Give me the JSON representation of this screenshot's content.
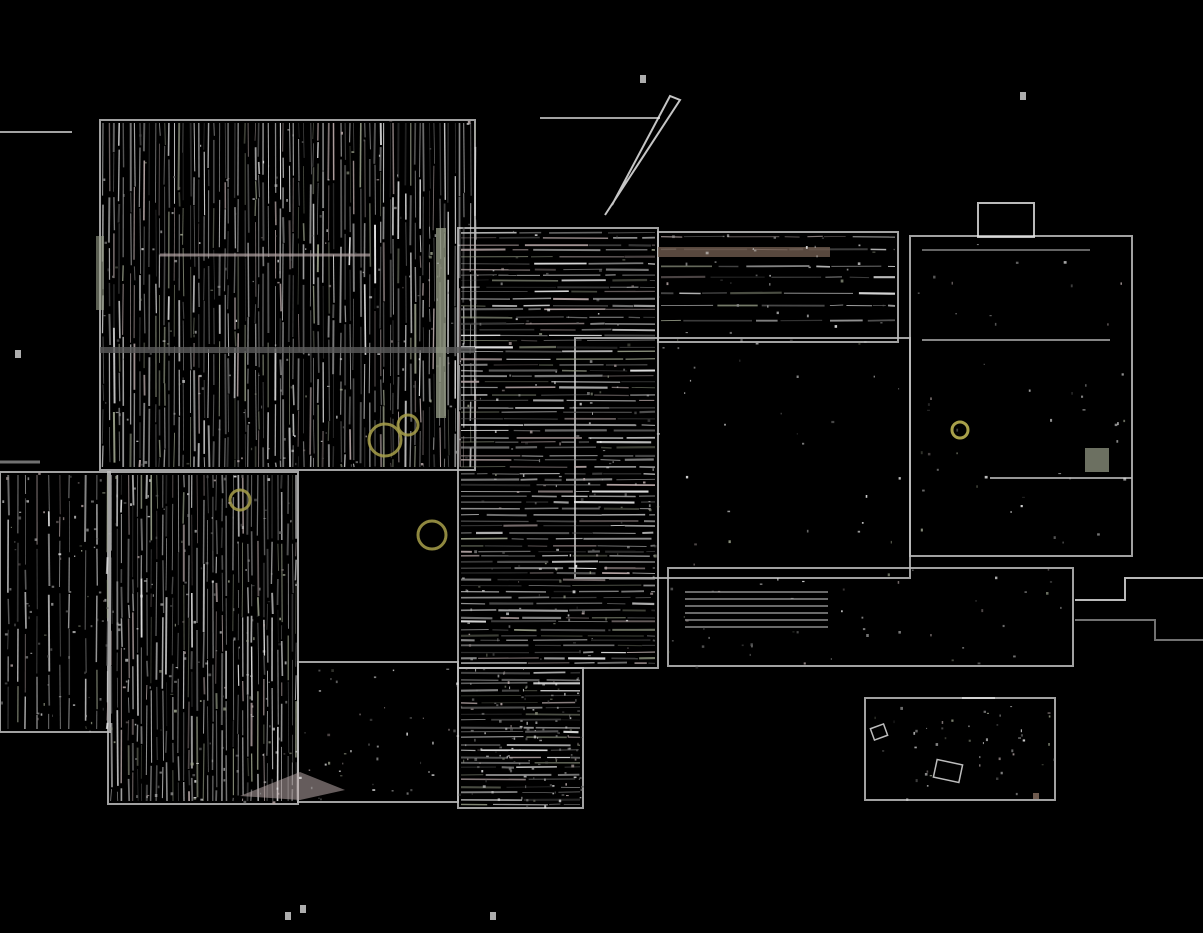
{
  "image": {
    "subject": "point-cloud-floor-plan",
    "background_color": "#000000",
    "point_colors": {
      "white": "#e8e8e8",
      "light_gray": "#bdbdbd",
      "mid_gray": "#8e8e8e",
      "dark_gray": "#5a5a5a",
      "olive": "#a8a04a",
      "brown": "#6e5a4e",
      "pink_gray": "#b8a8a8",
      "sage": "#9aa08a"
    },
    "regions": [
      {
        "id": "top-left-hall",
        "style": "dense-vertical"
      },
      {
        "id": "left-wing",
        "style": "sparse-vertical"
      },
      {
        "id": "lower-left-room",
        "style": "dense-vertical"
      },
      {
        "id": "center-lower-room",
        "style": "outline"
      },
      {
        "id": "center-corridor",
        "style": "dense-horizontal"
      },
      {
        "id": "center-bottom-stairs",
        "style": "dense-horizontal"
      },
      {
        "id": "upper-middle-band",
        "style": "sparse-horizontal"
      },
      {
        "id": "center-dark-room",
        "style": "outline"
      },
      {
        "id": "right-upper-room",
        "style": "outline"
      },
      {
        "id": "right-mid-corridor",
        "style": "outline"
      },
      {
        "id": "bottom-right-fragment",
        "style": "outline"
      }
    ]
  }
}
